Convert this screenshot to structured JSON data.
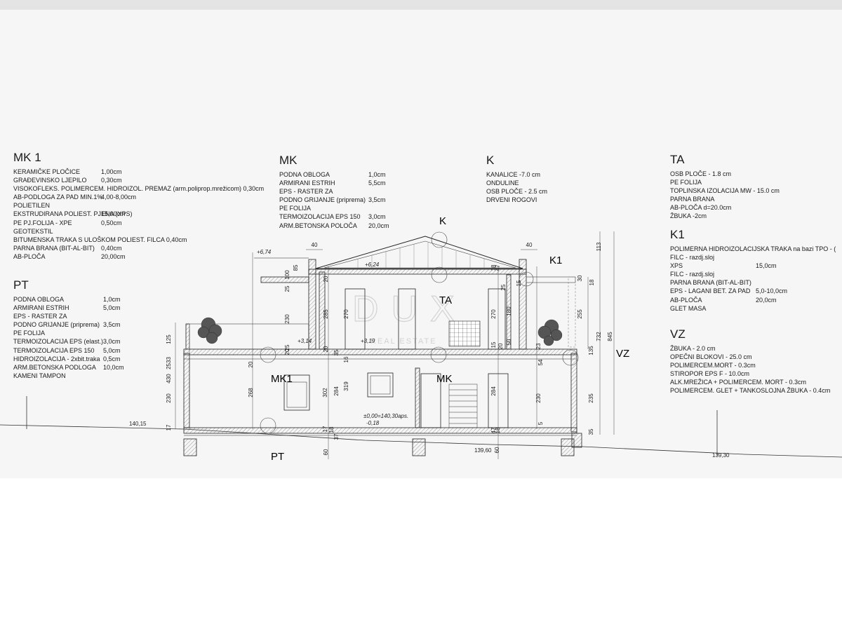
{
  "watermark": {
    "logo_text": "DUX",
    "subtitle": "REAL ESTATE"
  },
  "specs": {
    "mk1": {
      "title": "MK 1",
      "layers": [
        {
          "name": "KERAMIČKE PLOČICE",
          "value": "1,00cm"
        },
        {
          "name": "GRAĐEVINSKO LJEPILO",
          "value": "0,30cm"
        },
        {
          "name": "VISOKOFLEKS. POLIMERCEM. HIDROIZOL. PREMAZ (arm.poliprop.mrežicom) 0,30cm",
          "value": ""
        },
        {
          "name": "AB-PODLOGA ZA PAD  MIN.1%",
          "value": "4,00-8,00cm"
        },
        {
          "name": "POLIETILEN",
          "value": ""
        },
        {
          "name": "EKSTRUDIRANA POLIEST. PJENA (XPS)",
          "value": "15,00cm"
        },
        {
          "name": "PE PJ.FOLIJA - XPE",
          "value": "0,50cm"
        },
        {
          "name": "GEOTEKSTIL",
          "value": ""
        },
        {
          "name": "BITUMENSKA TRAKA S ULOŠKOM POLIEST. FILCA  0,40cm",
          "value": ""
        },
        {
          "name": "PARNA BRANA (BIT-AL-BIT)",
          "value": "0,40cm"
        },
        {
          "name": "AB-PLOČA",
          "value": "20,00cm"
        }
      ]
    },
    "pt": {
      "title": "PT",
      "layers": [
        {
          "name": "PODNA OBLOGA",
          "value": "1,0cm"
        },
        {
          "name": "ARMIRANI ESTRIH",
          "value": "5,0cm"
        },
        {
          "name": "EPS - RASTER ZA",
          "value": ""
        },
        {
          "name": "PODNO GRIJANJE (priprema)",
          "value": "3,5cm"
        },
        {
          "name": "PE FOLIJA",
          "value": ""
        },
        {
          "name": "TERMOIZOLACIJA EPS (elast.)",
          "value": "3,0cm"
        },
        {
          "name": "TERMOIZOLACIJA EPS 150",
          "value": "5,0cm"
        },
        {
          "name": "HIDROIZOLACIJA - 2xbit.traka",
          "value": "0,5cm"
        },
        {
          "name": "ARM.BETONSKA PODLOGA",
          "value": "10,0cm"
        },
        {
          "name": "KAMENI TAMPON",
          "value": ""
        }
      ]
    },
    "mk": {
      "title": "MK",
      "layers": [
        {
          "name": "PODNA OBLOGA",
          "value": "1,0cm"
        },
        {
          "name": "ARMIRANI ESTRIH",
          "value": "5,5cm"
        },
        {
          "name": "EPS - RASTER ZA",
          "value": ""
        },
        {
          "name": "PODNO GRIJANJE (priprema)",
          "value": "3,5cm"
        },
        {
          "name": "PE FOLIJA",
          "value": ""
        },
        {
          "name": "TERMOIZOLACIJA EPS 150",
          "value": "3,0cm"
        },
        {
          "name": "ARM.BETONSKA POLOČA",
          "value": "20,0cm"
        }
      ]
    },
    "k": {
      "title": "K",
      "layers": [
        {
          "name": "KANALICE -7.0 cm",
          "value": ""
        },
        {
          "name": "ONDULINE",
          "value": ""
        },
        {
          "name": "OSB PLOČE - 2.5 cm",
          "value": ""
        },
        {
          "name": "DRVENI ROGOVI",
          "value": ""
        }
      ]
    },
    "ta": {
      "title": "TA",
      "layers": [
        {
          "name": "OSB PLOČE - 1.8 cm",
          "value": ""
        },
        {
          "name": "PE FOLIJA",
          "value": ""
        },
        {
          "name": "TOPLINSKA IZOLACIJA  MW - 15.0 cm",
          "value": ""
        },
        {
          "name": "PARNA BRANA",
          "value": ""
        },
        {
          "name": "AB-PLOČA  d=20.0cm",
          "value": ""
        },
        {
          "name": "ŽBUKA -2cm",
          "value": ""
        }
      ]
    },
    "k1": {
      "title": "K1",
      "layers": [
        {
          "name": "POLIMERNA HIDROIZOLACIJSKA TRAKA na bazi TPO - (",
          "value": ""
        },
        {
          "name": "FILC - razdj.sloj",
          "value": ""
        },
        {
          "name": "XPS",
          "value": "15,0cm"
        },
        {
          "name": "FILC - razdj.sloj",
          "value": ""
        },
        {
          "name": "PARNA BRANA (BIT-AL-BIT)",
          "value": ""
        },
        {
          "name": "EPS - LAGANI BET. ZA PAD",
          "value": "5,0-10,0cm"
        },
        {
          "name": "AB-PLOČA",
          "value": "20,0cm"
        },
        {
          "name": "GLET MASA",
          "value": ""
        }
      ]
    },
    "vz": {
      "title": "VZ",
      "layers": [
        {
          "name": "ŽBUKA - 2.0 cm",
          "value": ""
        },
        {
          "name": "OPEČNI BLOKOVI - 25.0 cm",
          "value": ""
        },
        {
          "name": "POLIMERCEM.MORT - 0.3cm",
          "value": ""
        },
        {
          "name": "STIROPOR EPS F - 10.0cm",
          "value": ""
        },
        {
          "name": "ALK.MREŽICA + POLIMERCEM. MORT - 0.3cm",
          "value": ""
        },
        {
          "name": "POLIMERCEM. GLET + TANKOSLOJNA ŽBUKA - 0.4cm",
          "value": ""
        }
      ]
    }
  },
  "section_labels": {
    "k": "K",
    "k1": "K1",
    "ta": "TA",
    "vz": "VZ",
    "mk1": "MK1",
    "mk": "MK",
    "pt": "PT"
  },
  "levels": {
    "roof_left": "+6,74",
    "roof_ridge": "+6,24",
    "upper_left": "+3,14",
    "upper_mid": "+3,19",
    "ground": "±0,00=140,30aps.",
    "ground_sub": "-0,18",
    "terrain_left": "140,15",
    "terrain_mid": "139,60",
    "terrain_right": "139,30"
  },
  "dimensions": {
    "left_chain": [
      "125",
      "2533",
      "430",
      "230",
      "17"
    ],
    "left_inner": [
      "100",
      "85",
      "25",
      "230",
      "20",
      "25",
      "20",
      "268",
      "302",
      "17"
    ],
    "mid_chain": [
      "20",
      "285",
      "270",
      "20",
      "35",
      "16",
      "319",
      "284",
      "18",
      "37",
      "60"
    ],
    "wall_top": [
      "40",
      "40"
    ],
    "right_inner": [
      "18",
      "47",
      "25",
      "15",
      "270",
      "180",
      "50",
      "15",
      "20",
      "284",
      "47",
      "18",
      "60"
    ],
    "right_chain": [
      "30",
      "18",
      "255",
      "23",
      "54",
      "230",
      "5"
    ],
    "right_outer": [
      "113",
      "845",
      "732",
      "135",
      "235",
      "35"
    ]
  }
}
